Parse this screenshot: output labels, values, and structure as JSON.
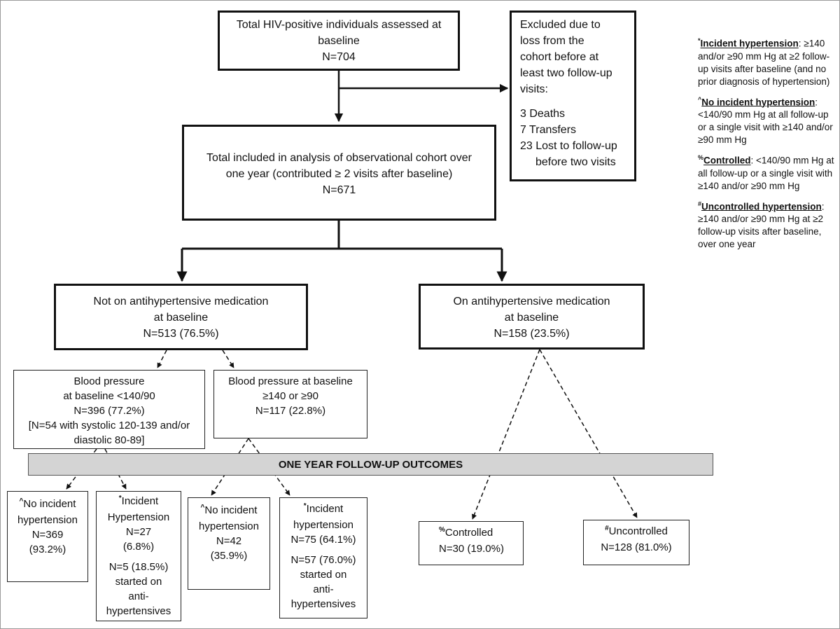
{
  "boxes": {
    "total_assessed": {
      "lines": [
        "Total HIV-positive individuals assessed at",
        "baseline",
        "N=704"
      ]
    },
    "excluded": {
      "lines": [
        "Excluded due to",
        "loss from the",
        "cohort before at",
        "least two follow-up",
        "visits:"
      ],
      "items": [
        "3 Deaths",
        "7 Transfers",
        "23 Lost to follow-up"
      ],
      "item_continuation": "before two visits"
    },
    "total_included": {
      "lines": [
        "Total included in analysis of observational cohort over",
        "one year (contributed ≥ 2 visits after baseline)",
        "N=671"
      ]
    },
    "not_on_meds": {
      "lines": [
        "Not on antihypertensive medication",
        "at baseline",
        "N=513 (76.5%)"
      ]
    },
    "on_meds": {
      "lines": [
        "On antihypertensive medication",
        "at baseline",
        "N=158 (23.5%)"
      ]
    },
    "bp_normal": {
      "lines": [
        "Blood pressure",
        "at baseline <140/90",
        "N=396 (77.2%)",
        "[N=54 with systolic 120-139 and/or",
        "diastolic 80-89]"
      ]
    },
    "bp_high": {
      "lines": [
        "Blood pressure at baseline",
        "≥140 or ≥90",
        "N=117 (22.8%)"
      ]
    },
    "no_incident_1": {
      "symbol": "^",
      "lines": [
        "No incident",
        "hypertension",
        "N=369",
        "(93.2%)"
      ]
    },
    "incident_1": {
      "symbol": "*",
      "lines": [
        "Incident",
        "Hypertension",
        "N=27",
        "(6.8%)"
      ],
      "extra": [
        "N=5 (18.5%)",
        "started on",
        "anti-",
        "hypertensives"
      ]
    },
    "no_incident_2": {
      "symbol": "^",
      "lines": [
        "No incident",
        "hypertension",
        "N=42",
        "(35.9%)"
      ]
    },
    "incident_2": {
      "symbol": "*",
      "lines": [
        "Incident",
        "hypertension",
        "N=75 (64.1%)"
      ],
      "extra": [
        "N=57 (76.0%)",
        "started on",
        "anti-",
        "hypertensives"
      ]
    },
    "controlled": {
      "symbol": "%",
      "lines": [
        "Controlled",
        "N=30 (19.0%)"
      ]
    },
    "uncontrolled": {
      "symbol": "#",
      "lines": [
        "Uncontrolled",
        "N=128 (81.0%)"
      ]
    }
  },
  "banner": "ONE YEAR FOLLOW-UP OUTCOMES",
  "legend": [
    {
      "symbol": "*",
      "term": "Incident hypertension",
      "definition": ": ≥140 and/or ≥90 mm Hg at ≥2 follow-up visits after baseline (and no prior diagnosis of hypertension)"
    },
    {
      "symbol": "^",
      "term": "No incident hypertension",
      "definition": ": <140/90 mm Hg at all follow-up or a single visit with ≥140 and/or ≥90 mm Hg"
    },
    {
      "symbol": "%",
      "term": "Controlled",
      "definition": ": <140/90 mm Hg at all follow-up or a single visit with ≥140 and/or ≥90 mm Hg"
    },
    {
      "symbol": "#",
      "term": "Uncontrolled hypertension",
      "definition": ": ≥140 and/or ≥90 mm Hg at ≥2 follow-up visits after baseline, over one year"
    }
  ],
  "colors": {
    "border": "#111111",
    "banner_fill": "#d4d4d4",
    "arrow": "#111111"
  }
}
